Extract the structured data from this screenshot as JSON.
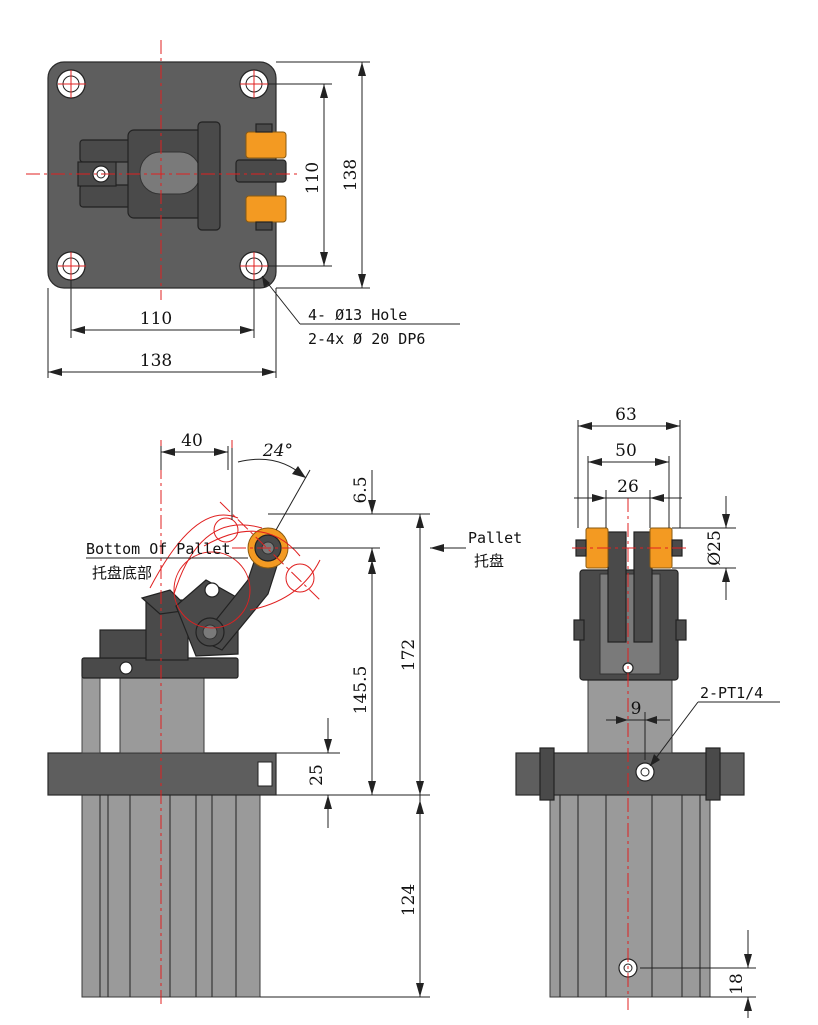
{
  "dimensions": {
    "top_width_outer": "138",
    "top_width_holes": "110",
    "top_height_outer": "138",
    "top_height_holes": "110",
    "roller_offset": "40",
    "swing_angle": "24°",
    "roller_top": "6.5",
    "stroke_height": "145.5",
    "total_height": "172",
    "flange_thickness": "25",
    "cylinder_length": "124",
    "roller_span_outer": "63",
    "roller_span": "50",
    "roller_gap": "26",
    "roller_diameter": "Ø25",
    "port_offset": "9",
    "bottom_port_height": "18"
  },
  "labels": {
    "hole_spec_line1": "4- Ø13 Hole",
    "hole_spec_line2": "2-4x  Ø   20 DP6",
    "pallet_en": "Pallet",
    "pallet_cn": "托盘",
    "pallet_bottom_en": "Bottom Of Pallet",
    "pallet_bottom_cn": "托盘底部",
    "port_spec": "2-PT1/4"
  },
  "colors": {
    "body": "#5e5e5e",
    "roller": "#f39a22",
    "centerline": "#e02020"
  }
}
